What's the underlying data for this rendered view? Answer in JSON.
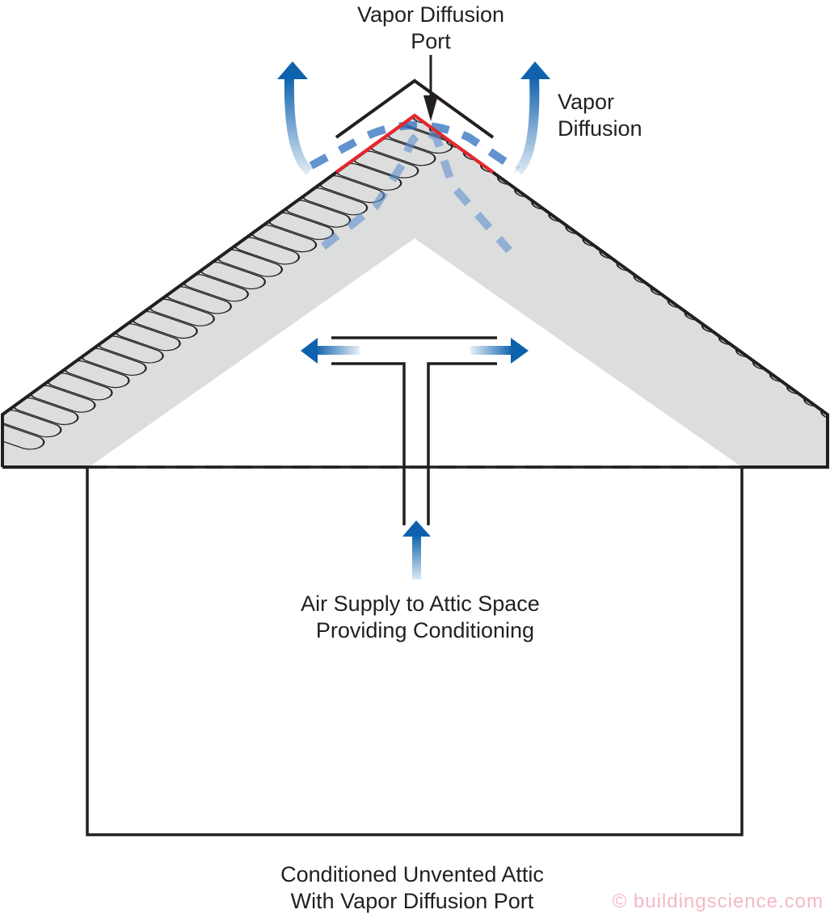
{
  "labels": {
    "port_line1": "Vapor Diffusion",
    "port_line2": "Port",
    "diffusion_line1": "Vapor",
    "diffusion_line2": "Diffusion",
    "supply_line1": "Air Supply to Attic Space",
    "supply_line2": "Providing Conditioning",
    "title_line1": "Conditioned Unvented Attic",
    "title_line2": "With Vapor Diffusion Port"
  },
  "watermark": "© buildingscience.com",
  "colors": {
    "arrow": "#0e62ad",
    "membrane": "#e8262c",
    "insulation": "#dcdedd",
    "line": "#231f20"
  }
}
